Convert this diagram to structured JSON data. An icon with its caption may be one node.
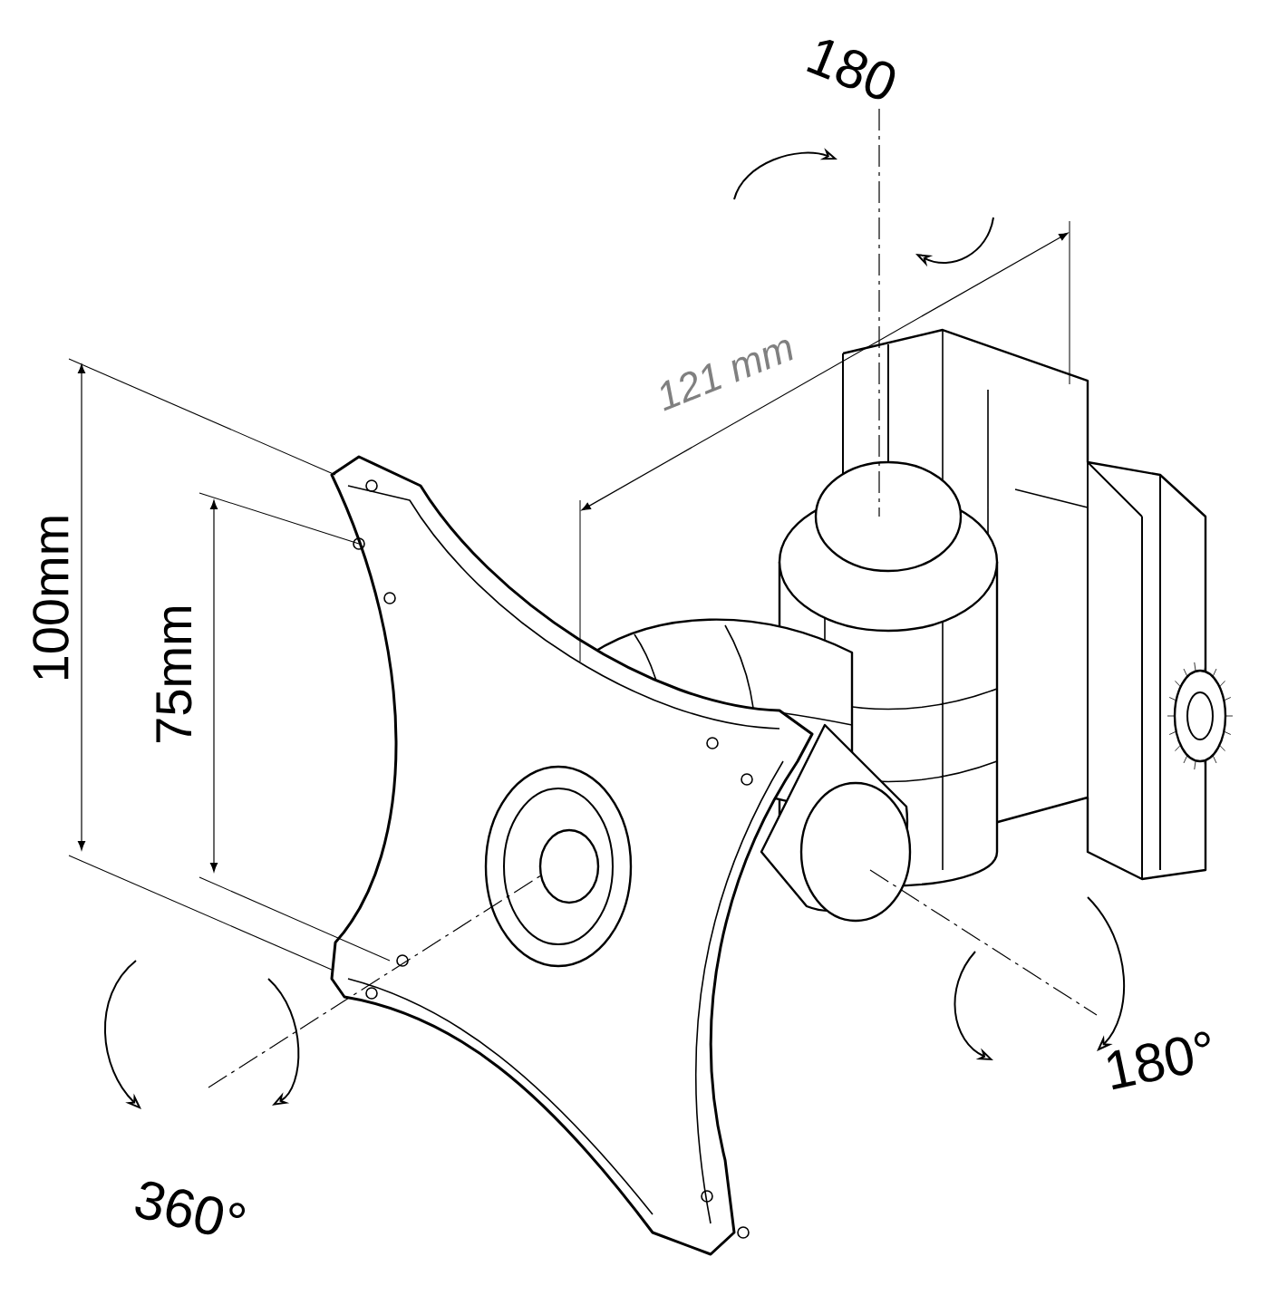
{
  "diagram": {
    "labels": [
      "180",
      "121 mm",
      "100mm",
      "75mm",
      "180°",
      "360°"
    ]
  }
}
